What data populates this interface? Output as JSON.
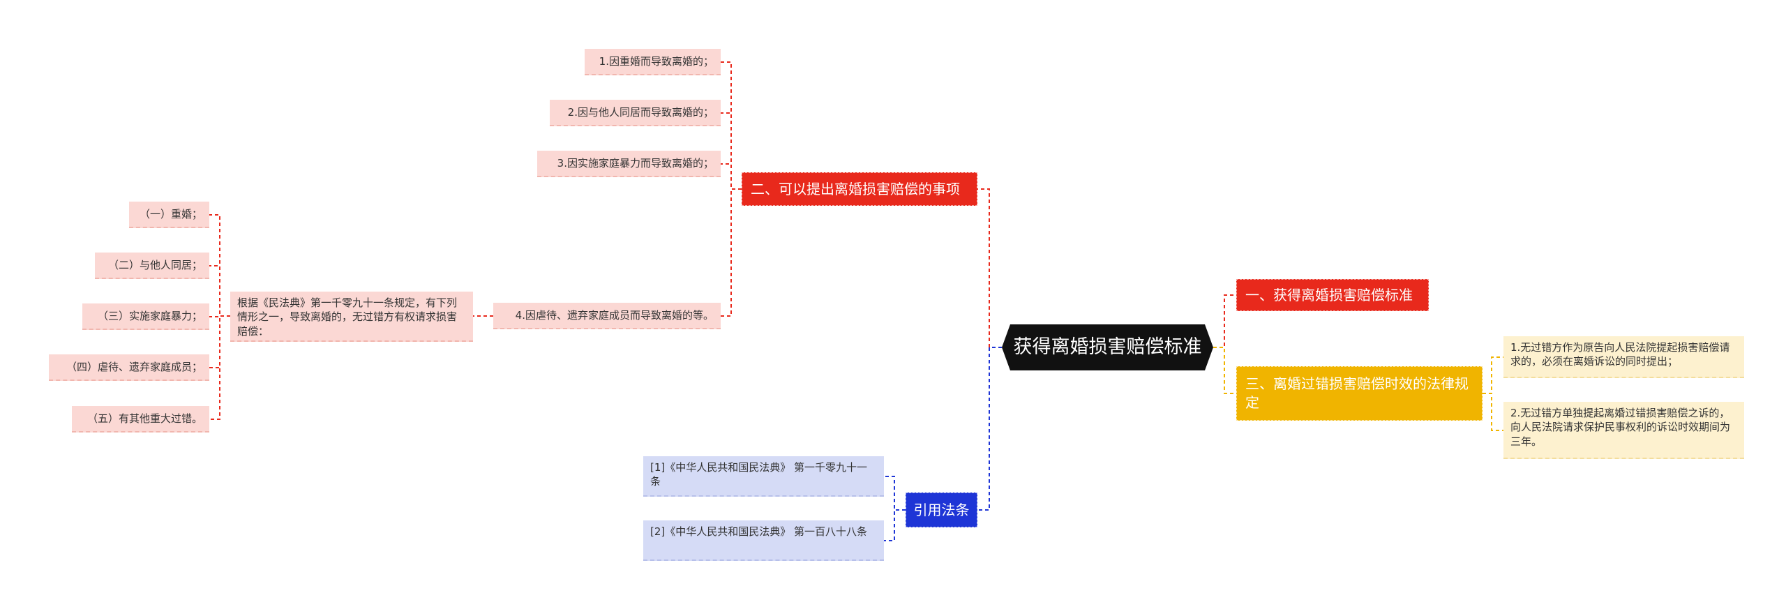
{
  "root": {
    "title": "获得离婚损害赔偿标准"
  },
  "right": {
    "standard": {
      "label": "一、获得离婚损害赔偿标准"
    },
    "limitation": {
      "label": "三、离婚过错损害赔偿时效的法律规定",
      "items": [
        "1.无过错方作为原告向人民法院提起损害赔偿请求的，必须在离婚诉讼的同时提出；",
        "2.无过错方单独提起离婚过错损害赔偿之诉的，向人民法院请求保护民事权利的诉讼时效期间为三年。"
      ]
    }
  },
  "left": {
    "matters": {
      "label": "二、可以提出离婚损害赔偿的事项",
      "items": [
        "1.因重婚而导致离婚的；",
        "2.因与他人同居而导致离婚的；",
        "3.因实施家庭暴力而导致离婚的；",
        "4.因虐待、遗弃家庭成员而导致离婚的等。"
      ],
      "civil_code_note": "根据《民法典》第一千零九十一条规定，有下列情形之一，导致离婚的，无过错方有权请求损害赔偿：",
      "circumstances": [
        "（一）重婚；",
        "（二）与他人同居；",
        "（三）实施家庭暴力；",
        "（四）虐待、遗弃家庭成员；",
        "（五）有其他重大过错。"
      ]
    },
    "citations": {
      "label": "引用法条",
      "items": [
        "[1]《中华人民共和国民法典》 第一千零九十一条",
        "[2]《中华人民共和国民法典》 第一百八十八条"
      ]
    }
  },
  "colors": {
    "root": "#111111",
    "red": "#e8291c",
    "red_light": "#fbd8d4",
    "yellow": "#f0b400",
    "yellow_light": "#fdf1cf",
    "blue": "#1e35d6",
    "blue_light": "#d5dbf6"
  }
}
